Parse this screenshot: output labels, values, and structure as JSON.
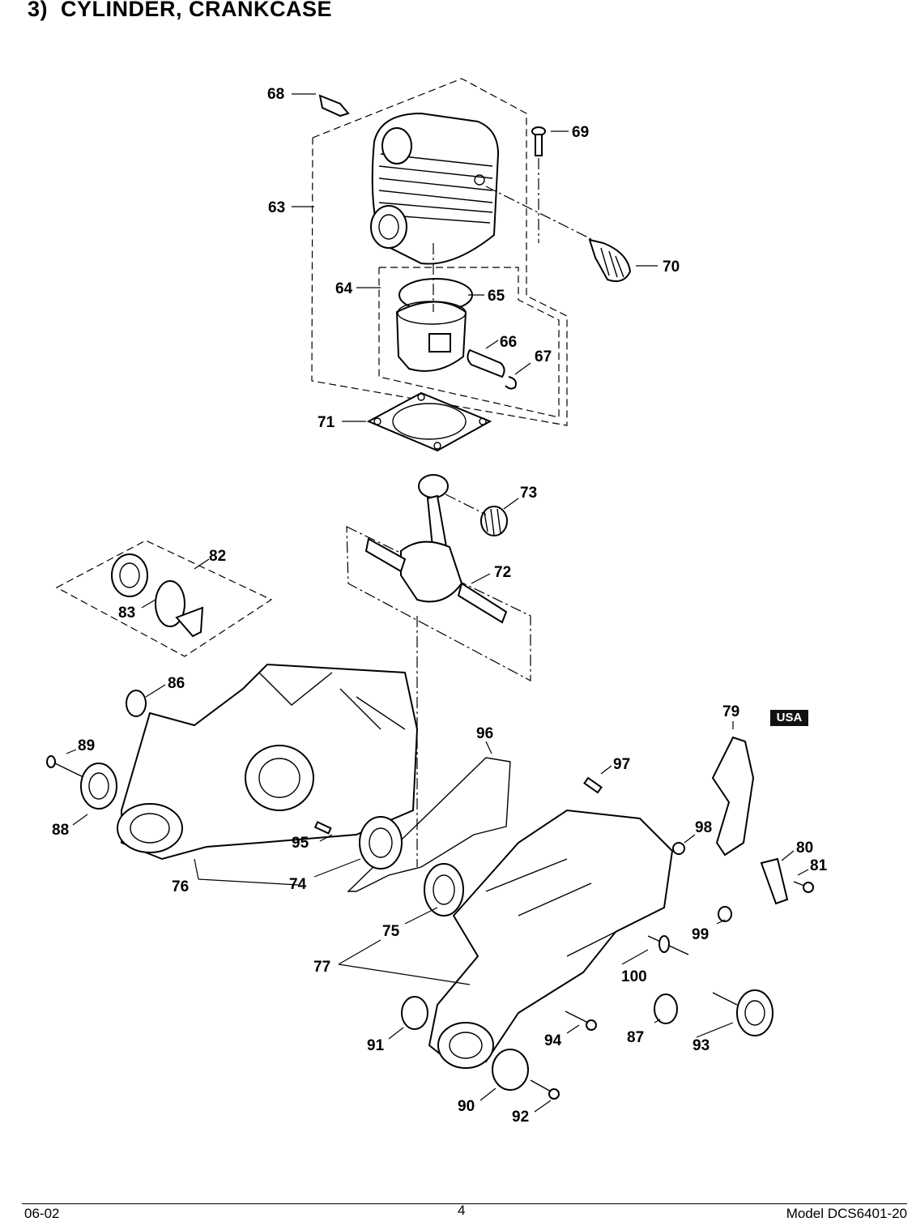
{
  "page": {
    "title": "3)  CYLINDER, CRANKCASE",
    "region_badge": "USA"
  },
  "callouts": [
    "68",
    "69",
    "63",
    "70",
    "64",
    "65",
    "66",
    "67",
    "71",
    "73",
    "72",
    "82",
    "83",
    "86",
    "79",
    "96",
    "89",
    "97",
    "88",
    "98",
    "80",
    "81",
    "95",
    "76",
    "74",
    "99",
    "75",
    "100",
    "77",
    "91",
    "94",
    "87",
    "93",
    "90",
    "92"
  ],
  "footer": {
    "date": "06-02",
    "page_number": "4",
    "model": "Model  DCS6401-20"
  }
}
